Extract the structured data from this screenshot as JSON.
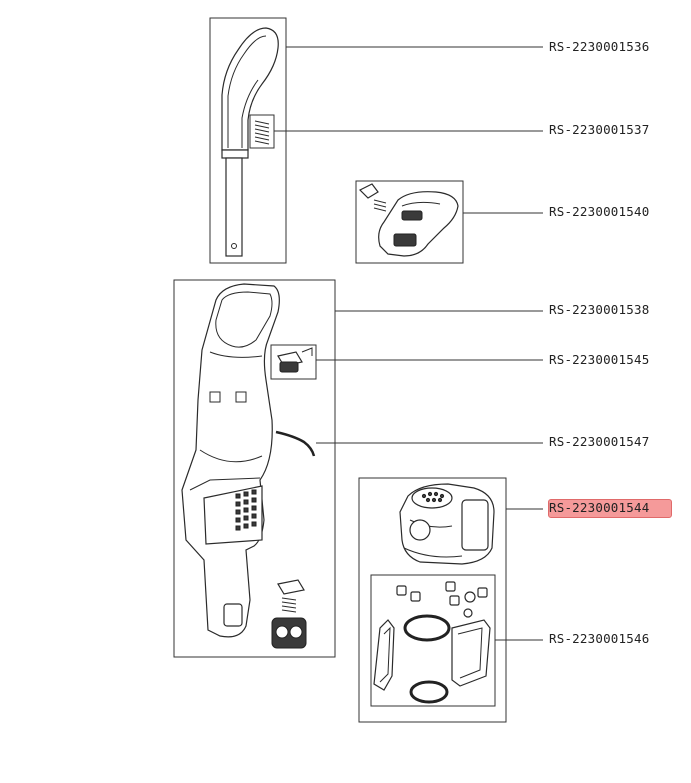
{
  "parts": [
    {
      "id": "handle",
      "ref": "RS-2230001536"
    },
    {
      "id": "handle-spring",
      "ref": "RS-2230001537"
    },
    {
      "id": "handle-grip",
      "ref": "RS-2230001540"
    },
    {
      "id": "body",
      "ref": "RS-2230001538"
    },
    {
      "id": "clip",
      "ref": "RS-2230001545"
    },
    {
      "id": "cable",
      "ref": "RS-2230001547"
    },
    {
      "id": "motor",
      "ref": "RS-2230001544",
      "highlighted": true
    },
    {
      "id": "filter-kit",
      "ref": "RS-2230001546"
    }
  ],
  "highlight_color": "#f59a9a"
}
